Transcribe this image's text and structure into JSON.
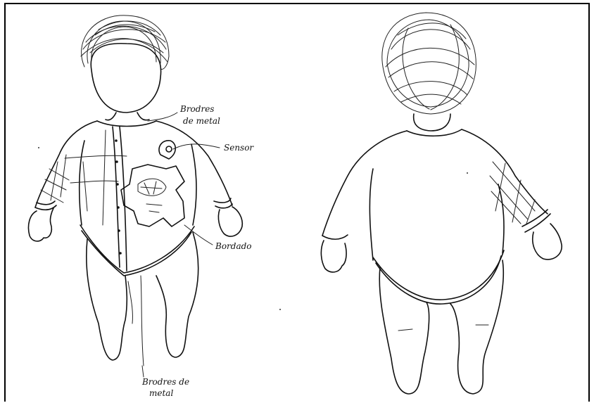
{
  "annotations": {
    "metal_snaps_top": [
      "Brodres",
      "de metal"
    ],
    "sensor": "Sensor",
    "embroidery": "Bordado",
    "metal_snaps_bottom": [
      "Brodres de",
      "metal"
    ]
  },
  "figures": {
    "front_view": "front",
    "back_view": "back"
  },
  "colors": {
    "ink": "#111111",
    "paper": "#ffffff"
  }
}
